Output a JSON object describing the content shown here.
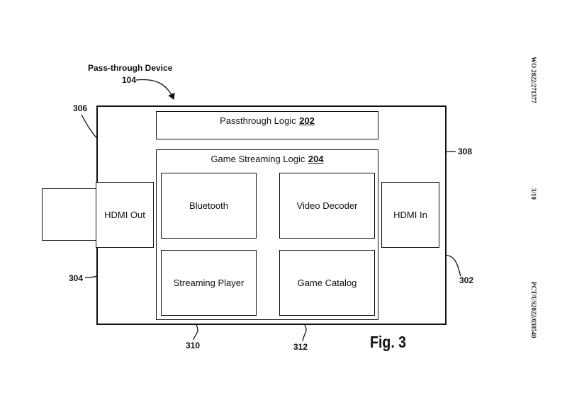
{
  "device": {
    "title": "Pass-through Device",
    "ref": "104"
  },
  "passthrough": {
    "label": "Passthrough Logic",
    "ref": "202"
  },
  "game_streaming": {
    "label": "Game Streaming Logic",
    "ref": "204"
  },
  "modules": {
    "bluetooth": "Bluetooth",
    "video_decoder": "Video Decoder",
    "streaming_player": "Streaming Player",
    "game_catalog": "Game Catalog"
  },
  "hdmi_out": {
    "label": "HDMI Out",
    "ref": "304"
  },
  "hdmi_in": {
    "label": "HDMI In",
    "ref": "302"
  },
  "refs": {
    "r306": "306",
    "r308": "308",
    "r310": "310",
    "r312": "312"
  },
  "figure_label": "Fig. 3",
  "side_text": {
    "pub": "WO 2022/271377",
    "page": "3/10",
    "app": "PCT/US2022/030540"
  }
}
